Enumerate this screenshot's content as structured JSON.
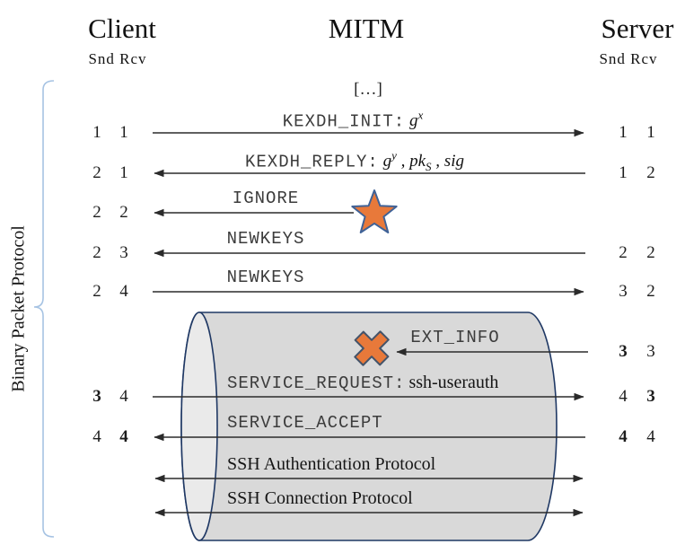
{
  "header": {
    "client": "Client",
    "mitm": "MITM",
    "server": "Server",
    "snd": "Snd",
    "rcv": "Rcv"
  },
  "side_label": "Binary Packet Protocol",
  "messages": {
    "ellipsis": "[…]",
    "kexdh_init": {
      "name": "KEXDH_INIT:",
      "g": "g",
      "exp": "x"
    },
    "kexdh_reply": {
      "name": "KEXDH_REPLY:",
      "g": "g",
      "exp": "y",
      "comma1": ",",
      "pk": "pk",
      "sub": "S",
      "comma2": ",",
      "sig": "sig"
    },
    "ignore": "IGNORE",
    "newkeys_to_client": "NEWKEYS",
    "newkeys_to_server": "NEWKEYS",
    "ext_info": "EXT_INFO",
    "service_request": {
      "name": "SERVICE_REQUEST:",
      "arg": "ssh-userauth"
    },
    "service_accept": "SERVICE_ACCEPT",
    "ssh_auth": "SSH Authentication Protocol",
    "ssh_conn": "SSH Connection Protocol"
  },
  "counters": {
    "client": [
      {
        "snd": "1",
        "rcv": "1"
      },
      {
        "snd": "2",
        "rcv": "1"
      },
      {
        "snd": "2",
        "rcv": "2"
      },
      {
        "snd": "2",
        "rcv": "3"
      },
      {
        "snd": "2",
        "rcv": "4"
      },
      {
        "snd": "3",
        "rcv": "4",
        "snd_bold": true
      },
      {
        "snd": "4",
        "rcv": "4",
        "rcv_bold": true
      }
    ],
    "server": [
      {
        "snd": "1",
        "rcv": "1"
      },
      {
        "snd": "1",
        "rcv": "2"
      },
      {
        "snd": "2",
        "rcv": "2"
      },
      {
        "snd": "3",
        "rcv": "2"
      },
      {
        "snd": "3",
        "rcv": "3",
        "snd_bold": true
      },
      {
        "snd": "4",
        "rcv": "3",
        "rcv_bold": true
      },
      {
        "snd": "4",
        "rcv": "4",
        "snd_bold": true
      }
    ]
  },
  "colors": {
    "accent_orange": "#E8793A",
    "star_outline_blue": "#3F6297",
    "cross_outline_blue": "#44546A",
    "cylinder_fill": "#D9D9D9",
    "cylinder_cap_fill": "#EAEAEA",
    "cylinder_outline": "#1F3864",
    "brace_blue": "#A6C3E3",
    "arrow_color": "#2B2B2B"
  }
}
